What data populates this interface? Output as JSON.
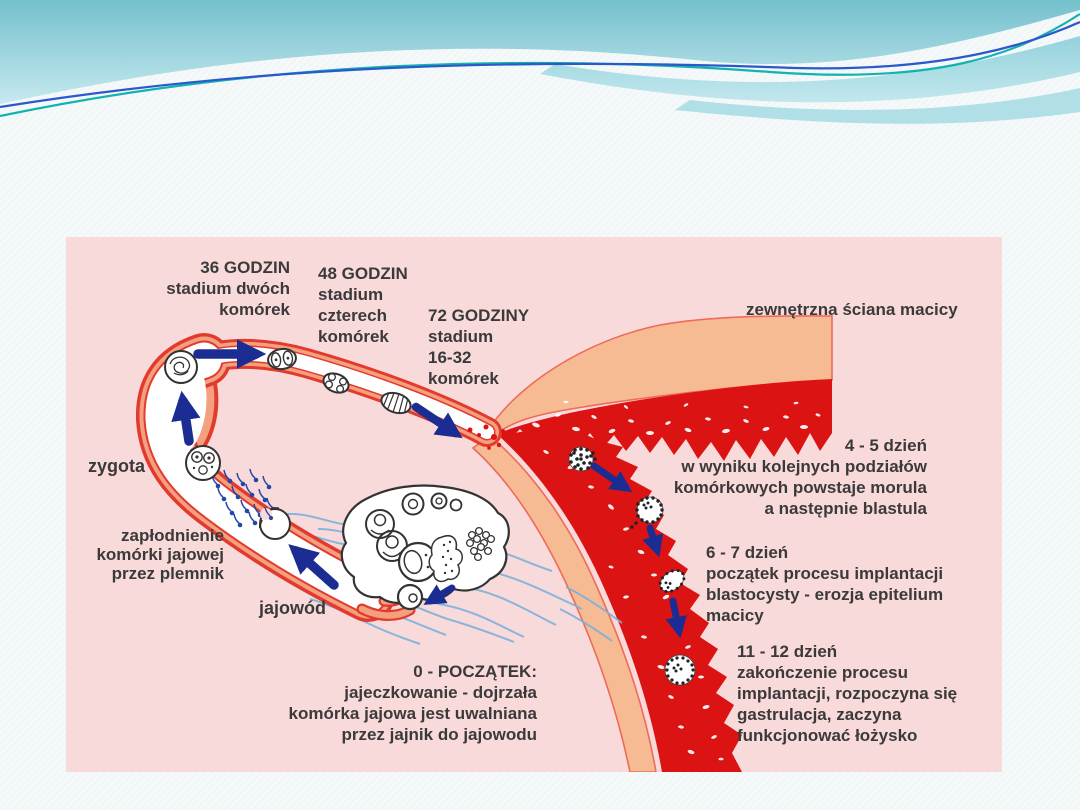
{
  "slide": {
    "description": "Slajd z diagramem rozwoju zarodka czlowieka (od zaplodnienia do implantacji)"
  },
  "diagram": {
    "labels": {
      "hours36": [
        "36 GODZIN",
        "stadium dwóch",
        "komórek"
      ],
      "hours48": [
        "48 GODZIN",
        "stadium",
        "czterech",
        "komórek"
      ],
      "hours72": [
        "72 GODZINY",
        "stadium",
        "16-32",
        "komórek"
      ],
      "uterus_wall": "zewnętrzna ściana macicy",
      "zygote": "zygota",
      "fertilization": [
        "zapłodnienie",
        "komórki jajowej",
        "przez plemnik"
      ],
      "oviduct": "jajowód",
      "start": [
        "0 - POCZĄTEK:",
        "jajeczkowanie - dojrzała",
        "komórka jajowa jest uwalniana",
        "przez jajnik do jajowodu"
      ],
      "day4_5": [
        "4 - 5 dzień",
        "w wyniku kolejnych podziałów",
        "komórkowych powstaje morula",
        "a następnie blastula"
      ],
      "day6_7": [
        "6 - 7 dzień",
        "początek procesu implantacji",
        "blastocysty - erozja epitelium",
        "macicy"
      ],
      "day11_12": [
        "11 - 12 dzień",
        "zakończenie procesu",
        "implantacji, rozpoczyna się",
        "gastrulacja, zaczyna",
        "funkcjonować łożysko"
      ]
    },
    "colors": {
      "diagram_background": "#f9dadb",
      "uterus_outer_salmon": "#f6bb92",
      "tube_salmon": "#f3a07f",
      "tube_outline_red": "#e23b2e",
      "endometrium_red": "#dc1313",
      "arrow_navy": "#1b2d92",
      "sperm_blue": "#2347a8",
      "current_lines_blue": "#7cb1dc",
      "cell_outline": "#333333",
      "label_text": "#3b3a3a"
    },
    "header_wave_colors": {
      "teal_band": "#79c2cf",
      "accent_line_teal": "#12b2ae",
      "accent_line_blue": "#2b58cb"
    }
  }
}
